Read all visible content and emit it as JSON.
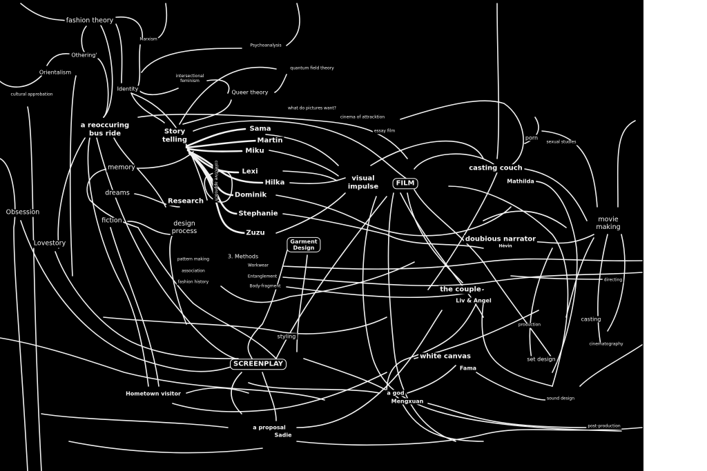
{
  "theory": {
    "fashion_theory": "fashion theory",
    "marxism": "Marxism",
    "psychoanalysis": "Psychoanalysis",
    "othering": "Othering'",
    "orientalism": "Orientalism",
    "intersectional_1": "intersectional",
    "intersectional_2": "feminism",
    "quantum": "quantum field theory",
    "identity": "Identity",
    "queer_theory": "Queer theory",
    "cultural": "cultural approbation",
    "pictures": "what do pictures want?",
    "cinema": "cinema of attracktion",
    "essay_film": "essay film",
    "porn": "porn",
    "sexual_studies": "sexual studies"
  },
  "story": {
    "bus_1": "a reoccuring",
    "bus_2": "bus ride",
    "story_1": "Story",
    "story_2": "telling",
    "memory": "memory",
    "dreams": "dreams",
    "fiction": "fiction",
    "research": "Research",
    "collective": "collective approach",
    "design_1": "design",
    "design_2": "process",
    "obsession": "Obsession",
    "lovestory": "Lovestory",
    "pattern": "pattern making",
    "association": "association",
    "fashion_history": "fashion history",
    "methods": "3. Methods",
    "workwear": "Workwear",
    "entanglement": "Entanglement",
    "body": "Body-fragment",
    "garment_1": "Garment",
    "garment_2": "Design"
  },
  "people": [
    "Sama",
    "Martin",
    "Miku",
    "Lexi",
    "Hilka",
    "Dominik",
    "Stephanie",
    "Zuzu"
  ],
  "film": {
    "visual_1": "visual",
    "visual_2": "impulse",
    "film": "FILM",
    "casting_couch": "casting couch",
    "mathilda": "Mathilda",
    "movie_1": "movie",
    "movie_2": "making",
    "narrator": "doubious narrator",
    "hevin": "Hèvin",
    "couple": "the couple",
    "liv": "Liv & Angel",
    "directing": "directing",
    "casting": "casting",
    "production": "production",
    "cinematography": "cinematography",
    "set_design": "set design",
    "white_canvas": "white canvas",
    "fama": "Fama",
    "sound_design": "sound design",
    "post_production": "post-production"
  },
  "screenplay": {
    "styling": "styling",
    "screenplay": "SCREENPLAY",
    "hometown": "Hometown visitor",
    "god": "a god",
    "mengxuan": "Mengxuan",
    "proposal": "a proposal",
    "sadie": "Sadie"
  },
  "colors": {
    "background": "#000000",
    "ink": "#f4f4f4",
    "page": "#ffffff"
  }
}
